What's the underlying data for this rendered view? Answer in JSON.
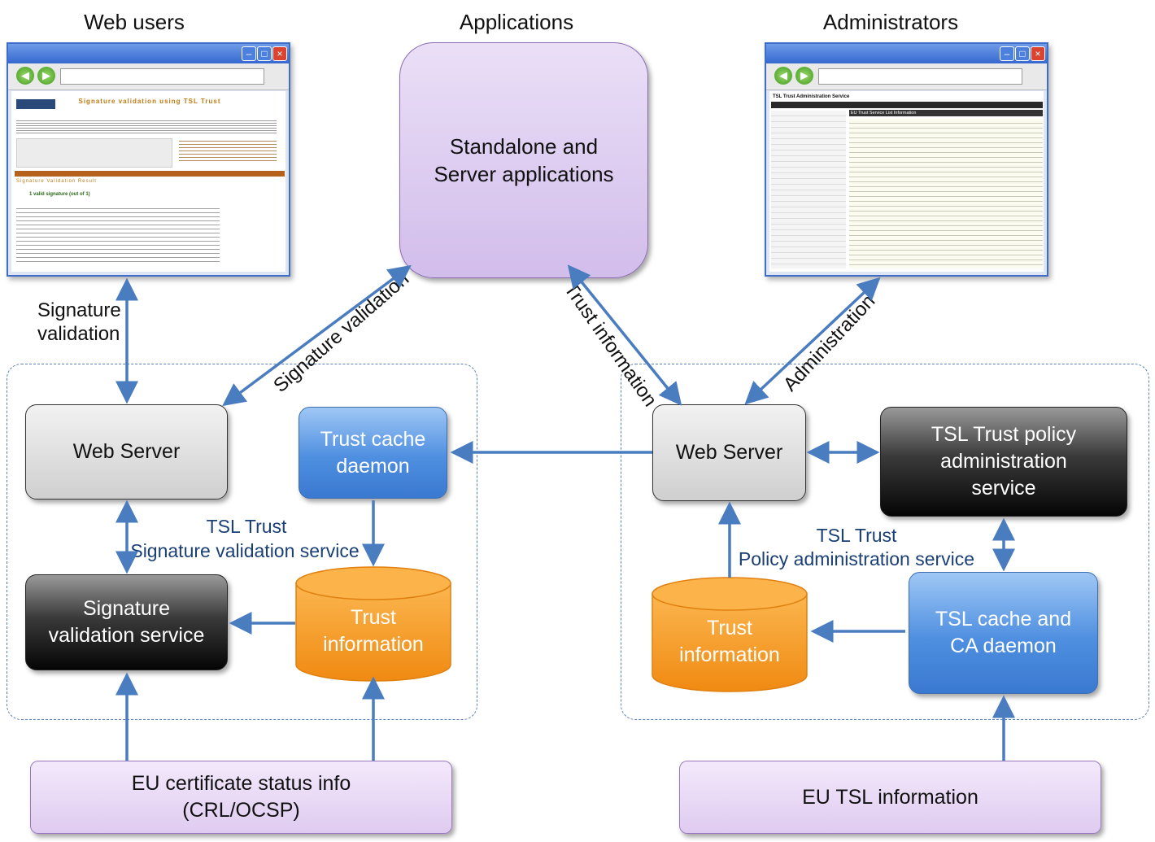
{
  "headers": {
    "web_users": "Web users",
    "applications": "Applications",
    "administrators": "Administrators"
  },
  "apps_box": {
    "line1": "Standalone and",
    "line2": "Server applications"
  },
  "edge_labels": {
    "signature_validation_web": "Signature\nvalidation",
    "signature_validation_app": "Signature validation",
    "trust_information": "Trust information",
    "administration": "Administration"
  },
  "left_service": {
    "web_server": "Web Server",
    "trust_cache_daemon": "Trust cache\ndaemon",
    "title_line1": "TSL Trust",
    "title_line2": "Signature validation service",
    "sig_validation_service": "Signature\nvalidation service",
    "trust_information": "Trust\ninformation"
  },
  "right_service": {
    "web_server": "Web Server",
    "policy_admin_service": "TSL Trust policy\nadministration\nservice",
    "title_line1": "TSL Trust",
    "title_line2": "Policy administration service",
    "trust_information": "Trust\ninformation",
    "tsl_cache_ca_daemon": "TSL cache and\nCA daemon"
  },
  "sources": {
    "eu_cert_status": "EU certificate status info\n(CRL/OCSP)",
    "eu_tsl_info": "EU TSL information"
  },
  "screenshot_web": {
    "title": "Signature validation using TSL Trust",
    "result": "Signature Validation Result",
    "valid": "1 valid signature (out of 1)"
  },
  "screenshot_admin": {
    "title": "TSL Trust Administration Service",
    "panel": "EU Trust Service List Information"
  },
  "colors": {
    "arrow": "#4a7cc0",
    "region_border": "#5a7fb8",
    "service_title": "#1a3f75",
    "cylinder_orange": "#f7941d"
  }
}
